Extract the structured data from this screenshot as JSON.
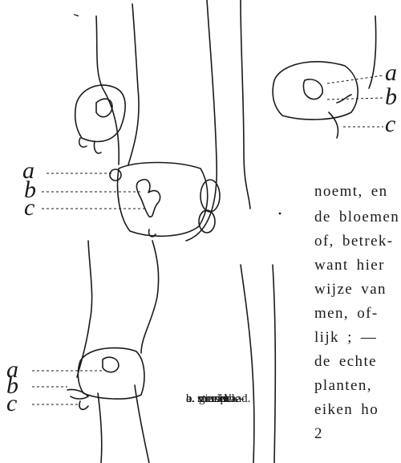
{
  "figure": {
    "label_a": "a",
    "label_b": "b",
    "label_c": "c"
  },
  "caption": {
    "a": "a. meeldraad.",
    "b1": "b. vruchtbe-",
    "b2": "ginsel.",
    "c": "c. stempel."
  },
  "text_lines": [
    "noemt, en",
    "de bloemen",
    "of, betrek-",
    "want hier",
    "wijze van",
    "men, of-",
    "lijk ; — ",
    "de echte",
    "planten,",
    "eiken ho",
    "2"
  ],
  "colors": {
    "ink": "#1a1a1a",
    "paper": "#ffffff"
  }
}
